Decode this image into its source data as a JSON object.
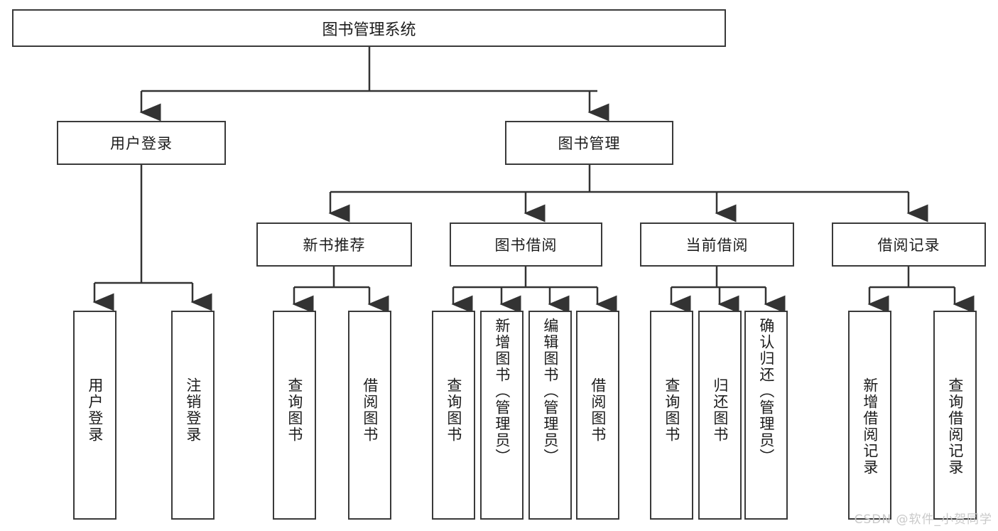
{
  "diagram": {
    "title": "图书管理系统",
    "type": "tree",
    "root": {
      "label": "图书管理系统"
    },
    "level2": [
      {
        "label": "用户登录"
      },
      {
        "label": "图书管理"
      }
    ],
    "level3": [
      {
        "label": "新书推荐"
      },
      {
        "label": "图书借阅"
      },
      {
        "label": "当前借阅"
      },
      {
        "label": "借阅记录"
      }
    ],
    "leaves": {
      "user_login": [
        {
          "label": "用户登录"
        },
        {
          "label": "注销登录"
        }
      ],
      "new_book_recommend": [
        {
          "label": "查询图书"
        },
        {
          "label": "借阅图书"
        }
      ],
      "book_borrow": [
        {
          "label": "查询图书"
        },
        {
          "label": "新增图书（管理员）"
        },
        {
          "label": "编辑图书（管理员）"
        },
        {
          "label": "借阅图书"
        }
      ],
      "current_borrow": [
        {
          "label": "查询图书"
        },
        {
          "label": "归还图书"
        },
        {
          "label": "确认归还（管理员）"
        }
      ],
      "borrow_record": [
        {
          "label": "新增借阅记录"
        },
        {
          "label": "查询借阅记录"
        }
      ]
    }
  },
  "watermark": {
    "text": "CSDN @软件_小贺同学"
  },
  "colors": {
    "box_border": "#3a3a3a",
    "box_fill": "#ffffff",
    "line": "#333333",
    "text": "#1c1c1c",
    "watermark": "#c9c9c9"
  }
}
